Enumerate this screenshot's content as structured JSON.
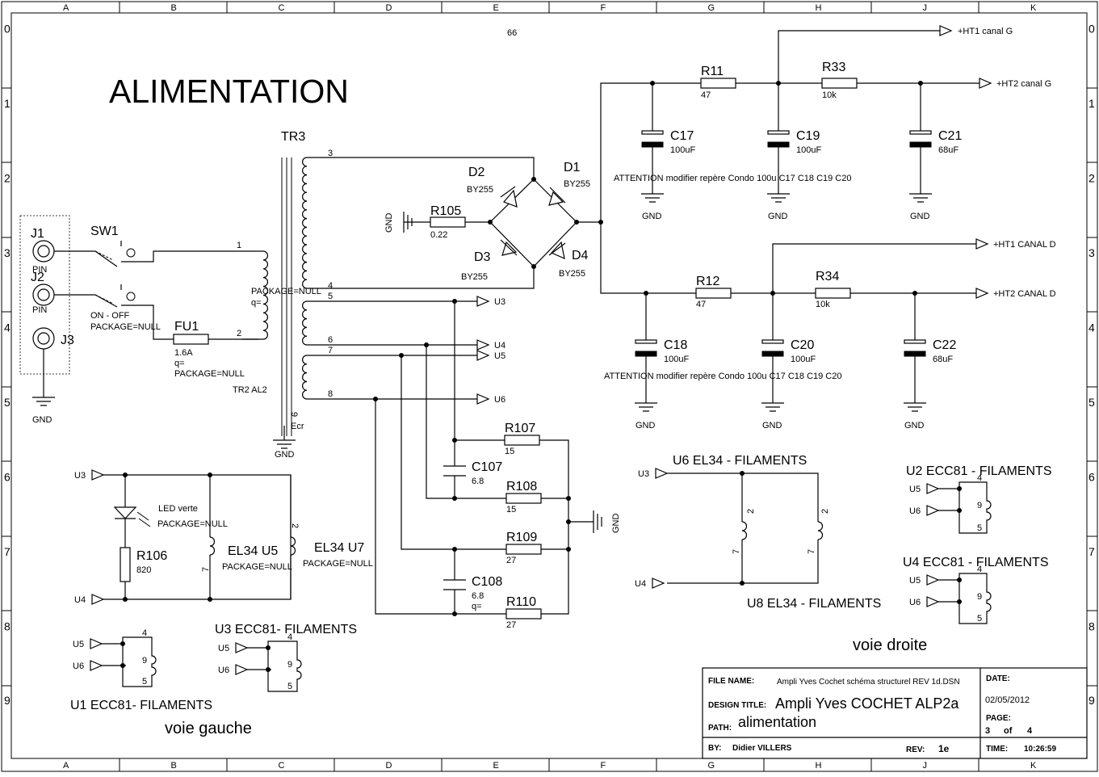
{
  "sheet": {
    "page_number_top": "66",
    "title": "ALIMENTATION",
    "col_labels": [
      "A",
      "B",
      "C",
      "D",
      "E",
      "F",
      "G",
      "H",
      "J",
      "K"
    ],
    "row_labels": [
      "0",
      "1",
      "2",
      "3",
      "4",
      "5",
      "6",
      "7",
      "8",
      "9"
    ]
  },
  "components": {
    "tr3": {
      "ref": "TR3",
      "pins": [
        "1",
        "2",
        "3",
        "4",
        "5",
        "6",
        "7",
        "8",
        "9"
      ],
      "package": "PACKAGE=NULL",
      "q": "q=",
      "part": "TR2 AL2",
      "ecr": "Ecr"
    },
    "j1": {
      "ref": "J1",
      "type": "PIN"
    },
    "j2": {
      "ref": "J2",
      "type": "PIN"
    },
    "j3": {
      "ref": "J3"
    },
    "sw1": {
      "ref": "SW1",
      "value": "ON - OFF",
      "package": "PACKAGE=NULL"
    },
    "fu1": {
      "ref": "FU1",
      "value": "1.6A",
      "q": "q=",
      "package": "PACKAGE=NULL"
    },
    "d1": {
      "ref": "D1",
      "value": "BY255"
    },
    "d2": {
      "ref": "D2",
      "value": "BY255"
    },
    "d3": {
      "ref": "D3",
      "value": "BY255"
    },
    "d4": {
      "ref": "D4",
      "value": "BY255"
    },
    "r105": {
      "ref": "R105",
      "value": "0.22"
    },
    "r11": {
      "ref": "R11",
      "value": "47"
    },
    "r33": {
      "ref": "R33",
      "value": "10k"
    },
    "r12": {
      "ref": "R12",
      "value": "47"
    },
    "r34": {
      "ref": "R34",
      "value": "10k"
    },
    "c17": {
      "ref": "C17",
      "value": "100uF"
    },
    "c19": {
      "ref": "C19",
      "value": "100uF"
    },
    "c21": {
      "ref": "C21",
      "value": "68uF"
    },
    "c18": {
      "ref": "C18",
      "value": "100uF"
    },
    "c20": {
      "ref": "C20",
      "value": "100uF"
    },
    "c22": {
      "ref": "C22",
      "value": "68uF"
    },
    "r107": {
      "ref": "R107",
      "value": "15"
    },
    "r108": {
      "ref": "R108",
      "value": "15"
    },
    "r109": {
      "ref": "R109",
      "value": "27"
    },
    "r110": {
      "ref": "R110",
      "value": "27"
    },
    "c107": {
      "ref": "C107",
      "value": "6.8"
    },
    "c108": {
      "ref": "C108",
      "value": "6.8",
      "q": "q="
    },
    "r106": {
      "ref": "R106",
      "value": "820"
    },
    "led": {
      "value": "LED verte",
      "package": "PACKAGE=NULL"
    }
  },
  "nets": {
    "gnd": "GND",
    "ht1g": "+HT1 canal G",
    "ht2g": "+HT2 canal G",
    "ht1d": "+HT1 CANAL D",
    "ht2d": "+HT2 CANAL D",
    "u3": "U3",
    "u4": "U4",
    "u5": "U5",
    "u6": "U6"
  },
  "notes": {
    "attention": "ATTENTION modifier repère Condo 100u C17 C18 C19 C20"
  },
  "filaments": {
    "u6_el34": "U6 EL34 - FILAMENTS",
    "u8_el34": "U8 EL34 - FILAMENTS",
    "u2_ecc81": "U2 ECC81 - FILAMENTS",
    "u4_ecc81": "U4 ECC81 - FILAMENTS",
    "u3_ecc81": "U3 ECC81- FILAMENTS",
    "u1_ecc81": "U1 ECC81- FILAMENTS",
    "el34_u5": "EL34 U5",
    "el34_u7": "EL34 U7",
    "package": "PACKAGE=NULL",
    "pins_ecc": [
      "4",
      "9",
      "5"
    ],
    "pins_el34": [
      "2",
      "7"
    ]
  },
  "channels": {
    "left": "voie gauche",
    "right": "voie droite"
  },
  "title_block": {
    "file_name_label": "FILE NAME:",
    "file_name": "Ampli Yves Cochet schéma structurel REV 1d.DSN",
    "design_title_label": "DESIGN TITLE:",
    "design_title": "Ampli Yves COCHET ALP2a",
    "path_label": "PATH:",
    "path": "alimentation",
    "by_label": "BY:",
    "by": "Didier VILLERS",
    "rev_label": "REV:",
    "rev": "1e",
    "date_label": "DATE:",
    "date": "02/05/2012",
    "page_label": "PAGE:",
    "page": "3",
    "of_label": "of",
    "page_total": "4",
    "time_label": "TIME:",
    "time": "10:26:59"
  }
}
